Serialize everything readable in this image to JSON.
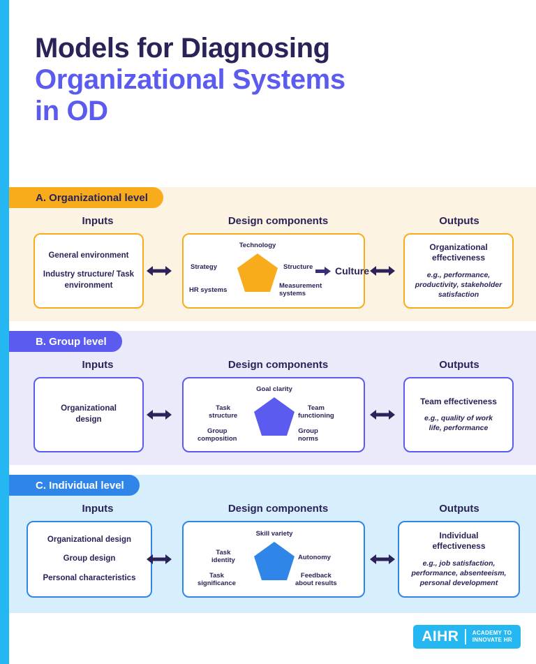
{
  "theme": {
    "stripe": "#24B7F1",
    "title_dark": "#2B2258",
    "title_accent": "#5B5BF0",
    "orange": "#F9AC1B",
    "orange_bg": "#FDF3E3",
    "purple": "#5B5BF0",
    "purple_bg": "#EAEAFB",
    "blue": "#2F86E8",
    "blue_bg": "#D7EEFC"
  },
  "title": {
    "line1": "Models for Diagnosing",
    "line2": "Organizational Systems",
    "line3": "in OD"
  },
  "column_headers": {
    "inputs": "Inputs",
    "design": "Design components",
    "outputs": "Outputs"
  },
  "sections": [
    {
      "badge": "A. Organizational level",
      "inputs": [
        "General environment",
        "Industry structure/\nTask environment"
      ],
      "pentagon_labels": {
        "top": "Technology",
        "left_upper": "Strategy",
        "right_upper": "Structure",
        "left_lower": "HR systems",
        "right_lower": "Measurement\nsystems"
      },
      "culture": "Culture",
      "output_heading": "Organizational\neffectiveness",
      "output_eg": "e.g., performance,\nproductivity, stakeholder\nsatisfaction"
    },
    {
      "badge": "B. Group level",
      "inputs": [
        "Organizational\ndesign"
      ],
      "pentagon_labels": {
        "top": "Goal clarity",
        "left_upper": "Task\nstructure",
        "right_upper": "Team\nfunctioning",
        "left_lower": "Group\ncomposition",
        "right_lower": "Group\nnorms"
      },
      "culture": "",
      "output_heading": "Team effectiveness",
      "output_eg": "e.g., quality of work\nlife, performance"
    },
    {
      "badge": "C. Individual level",
      "inputs": [
        "Organizational design",
        "Group design",
        "Personal characteristics"
      ],
      "pentagon_labels": {
        "top": "Skill variety",
        "left_upper": "Task\nidentity",
        "right_upper": "Autonomy",
        "left_lower": "Task\nsignificance",
        "right_lower": "Feedback\nabout results"
      },
      "culture": "",
      "output_heading": "Individual\neffectiveness",
      "output_eg": "e.g., job satisfaction,\nperformance, absenteeism,\npersonal development"
    }
  ],
  "logo": {
    "main": "AIHR",
    "sub_line1": "ACADEMY TO",
    "sub_line2": "INNOVATE HR"
  }
}
